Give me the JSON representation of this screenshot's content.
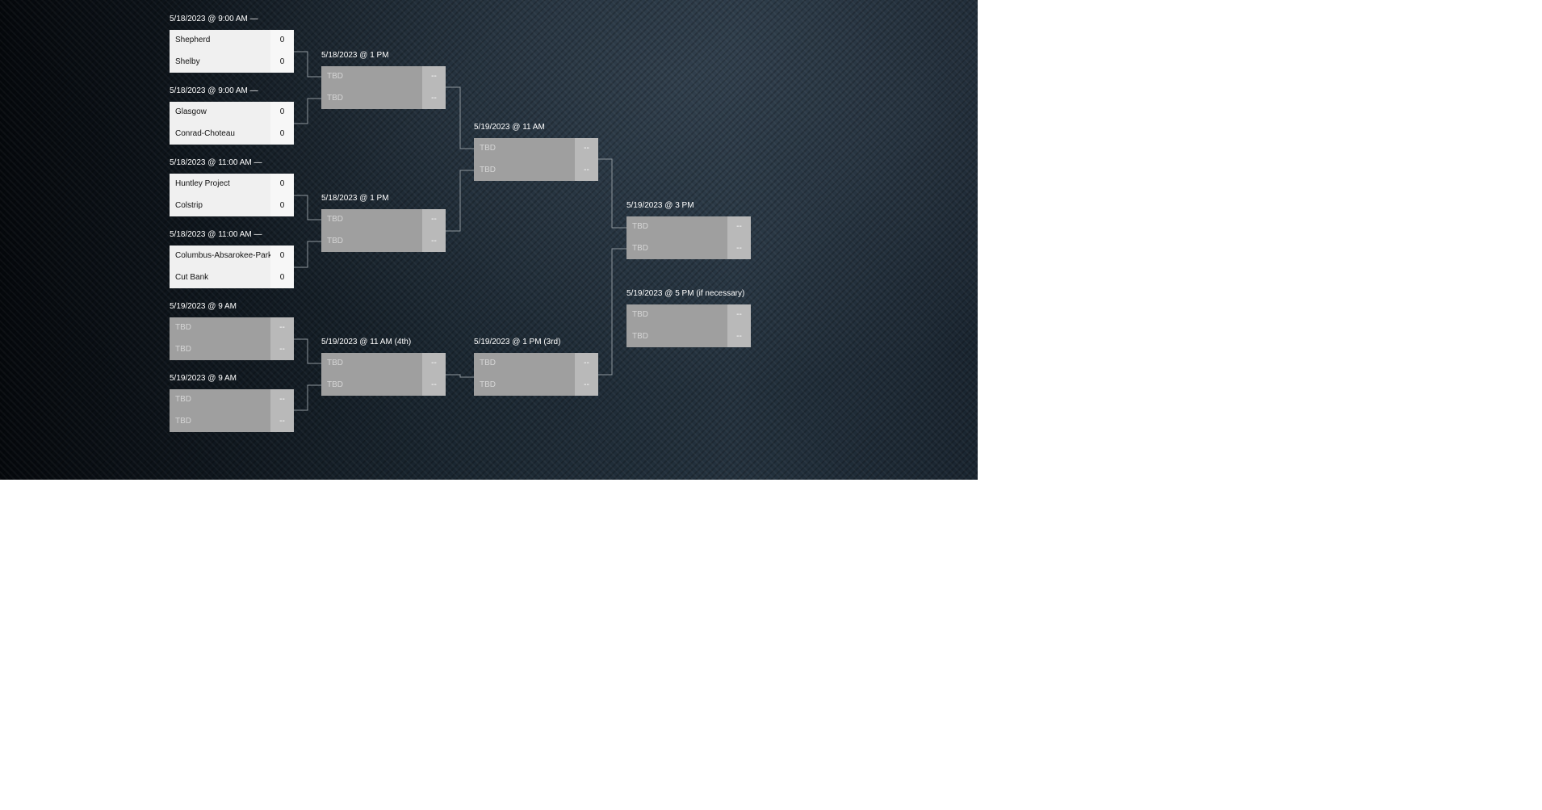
{
  "colors": {
    "connector": "#8e969c",
    "label_text": "#ffffff",
    "active_row_bg": "#f0f0f0",
    "pending_row_bg": "#9f9f9f",
    "pending_score_bg": "#b9b9b9"
  },
  "matches": [
    {
      "label": "5/18/2023 @ 9:00 AM —",
      "teams": [
        {
          "name": "Shepherd",
          "score": "0"
        },
        {
          "name": "Shelby",
          "score": "0"
        }
      ]
    },
    {
      "label": "5/18/2023 @ 9:00 AM —",
      "teams": [
        {
          "name": "Glasgow",
          "score": "0"
        },
        {
          "name": "Conrad-Choteau",
          "score": "0"
        }
      ]
    },
    {
      "label": "5/18/2023 @ 11:00 AM —",
      "teams": [
        {
          "name": "Huntley Project",
          "score": "0"
        },
        {
          "name": "Colstrip",
          "score": "0"
        }
      ]
    },
    {
      "label": "5/18/2023 @ 11:00 AM —",
      "teams": [
        {
          "name": "Columbus-Absarokee-Park",
          "score": "0"
        },
        {
          "name": "Cut Bank",
          "score": "0"
        }
      ]
    },
    {
      "label": "5/19/2023 @ 9 AM",
      "teams": [
        {
          "name": "TBD",
          "score": "--"
        },
        {
          "name": "TBD",
          "score": "--"
        }
      ]
    },
    {
      "label": "5/19/2023 @ 9 AM",
      "teams": [
        {
          "name": "TBD",
          "score": "--"
        },
        {
          "name": "TBD",
          "score": "--"
        }
      ]
    },
    {
      "label": "5/18/2023 @ 1 PM",
      "teams": [
        {
          "name": "TBD",
          "score": "--"
        },
        {
          "name": "TBD",
          "score": "--"
        }
      ]
    },
    {
      "label": "5/18/2023 @ 1 PM",
      "teams": [
        {
          "name": "TBD",
          "score": "--"
        },
        {
          "name": "TBD",
          "score": "--"
        }
      ]
    },
    {
      "label": "5/19/2023 @ 11 AM (4th)",
      "teams": [
        {
          "name": "TBD",
          "score": "--"
        },
        {
          "name": "TBD",
          "score": "--"
        }
      ]
    },
    {
      "label": "5/19/2023 @ 11 AM",
      "teams": [
        {
          "name": "TBD",
          "score": "--"
        },
        {
          "name": "TBD",
          "score": "--"
        }
      ]
    },
    {
      "label": "5/19/2023 @ 1 PM (3rd)",
      "teams": [
        {
          "name": "TBD",
          "score": "--"
        },
        {
          "name": "TBD",
          "score": "--"
        }
      ]
    },
    {
      "label": "5/19/2023 @ 3 PM",
      "teams": [
        {
          "name": "TBD",
          "score": "--"
        },
        {
          "name": "TBD",
          "score": "--"
        }
      ]
    },
    {
      "label": "5/19/2023 @ 5 PM (if necessary)",
      "teams": [
        {
          "name": "TBD",
          "score": "--"
        },
        {
          "name": "TBD",
          "score": "--"
        }
      ]
    }
  ]
}
